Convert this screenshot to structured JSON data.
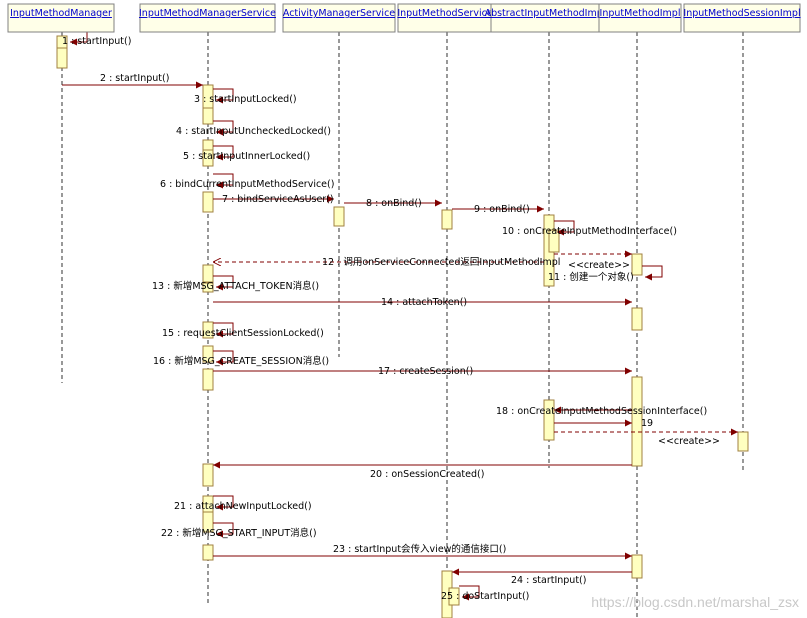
{
  "diagram": {
    "type": "sequence",
    "participants": [
      {
        "id": "imm",
        "label": "InputMethodManager"
      },
      {
        "id": "imms",
        "label": "InputMethodManagerService"
      },
      {
        "id": "ams",
        "label": "ActivityManagerService"
      },
      {
        "id": "ims",
        "label": "InputMethodService"
      },
      {
        "id": "aimi",
        "label": "AbstractInputMethodImpl"
      },
      {
        "id": "imi",
        "label": "InputMethodImpl"
      },
      {
        "id": "imsi",
        "label": "InputMethodSessionImpl"
      }
    ],
    "messages": [
      {
        "n": "1",
        "from": "imm",
        "to": "imm",
        "text": "1 : startInput()",
        "kind": "self"
      },
      {
        "n": "2",
        "from": "imm",
        "to": "imms",
        "text": "2 : startInput()",
        "kind": "call"
      },
      {
        "n": "3",
        "from": "imms",
        "to": "imms",
        "text": "3 : startInputLocked()",
        "kind": "self"
      },
      {
        "n": "4",
        "from": "imms",
        "to": "imms",
        "text": "4 : startInputUncheckedLocked()",
        "kind": "self"
      },
      {
        "n": "5",
        "from": "imms",
        "to": "imms",
        "text": "5 : startInputInnerLocked()",
        "kind": "self"
      },
      {
        "n": "6",
        "from": "imms",
        "to": "imms",
        "text": "6 : bindCurrentInputMethodService()",
        "kind": "self"
      },
      {
        "n": "7",
        "from": "imms",
        "to": "ams",
        "text": "7 : bindServiceAsUser()",
        "kind": "call"
      },
      {
        "n": "8",
        "from": "ams",
        "to": "ims",
        "text": "8 : onBind()",
        "kind": "call"
      },
      {
        "n": "9",
        "from": "ims",
        "to": "aimi",
        "text": "9 : onBind()",
        "kind": "call"
      },
      {
        "n": "10",
        "from": "aimi",
        "to": "aimi",
        "text": "10 : onCreateInputMethodInterface()",
        "kind": "self"
      },
      {
        "n": "c1",
        "from": "aimi",
        "to": "imi",
        "text": "<<create>>",
        "kind": "create"
      },
      {
        "n": "11",
        "from": "imi",
        "to": "imi",
        "text": "11 : 创建一个对象()",
        "kind": "self"
      },
      {
        "n": "12",
        "from": "aimi",
        "to": "imms",
        "text": "12 : 调用onServiceConnected返回InputMethodImpl",
        "kind": "return"
      },
      {
        "n": "13",
        "from": "imms",
        "to": "imms",
        "text": "13 : 新增MSG_ATTACH_TOKEN消息()",
        "kind": "self"
      },
      {
        "n": "14",
        "from": "imms",
        "to": "imi",
        "text": "14 : attachToken()",
        "kind": "call"
      },
      {
        "n": "15",
        "from": "imms",
        "to": "imms",
        "text": "15 : requestClientSessionLocked()",
        "kind": "self"
      },
      {
        "n": "16",
        "from": "imms",
        "to": "imms",
        "text": "16 : 新增MSG_CREATE_SESSION消息()",
        "kind": "self"
      },
      {
        "n": "17",
        "from": "imms",
        "to": "imi",
        "text": "17 : createSession()",
        "kind": "call"
      },
      {
        "n": "18",
        "from": "imi",
        "to": "aimi",
        "text": "18 : onCreateInputMethodSessionInterface()",
        "kind": "call"
      },
      {
        "n": "19",
        "from": "aimi",
        "to": "imi",
        "text": "19",
        "kind": "call"
      },
      {
        "n": "c2",
        "from": "aimi",
        "to": "imsi",
        "text": "<<create>>",
        "kind": "create"
      },
      {
        "n": "20",
        "from": "imi",
        "to": "imms",
        "text": "20 : onSessionCreated()",
        "kind": "call"
      },
      {
        "n": "21",
        "from": "imms",
        "to": "imms",
        "text": "21 : attachNewInputLocked()",
        "kind": "self"
      },
      {
        "n": "22",
        "from": "imms",
        "to": "imms",
        "text": "22 : 新增MSG_START_INPUT消息()",
        "kind": "self"
      },
      {
        "n": "23",
        "from": "imms",
        "to": "imi",
        "text": "23 : startInput会传入view的通信接口()",
        "kind": "call"
      },
      {
        "n": "24",
        "from": "imi",
        "to": "ims",
        "text": "24 : startInput()",
        "kind": "call"
      },
      {
        "n": "25",
        "from": "ims",
        "to": "ims",
        "text": "25 : doStartInput()",
        "kind": "self"
      }
    ]
  },
  "watermark": "https://blog.csdn.net/marshal_zsx",
  "colors": {
    "arrow": "#800000",
    "activation_fill": "#ffffc0",
    "activation_stroke": "#a08040",
    "header_fill": "#ffffe8",
    "header_stroke": "#808080",
    "header_text": "#0000cc",
    "lifeline": "#000000"
  }
}
